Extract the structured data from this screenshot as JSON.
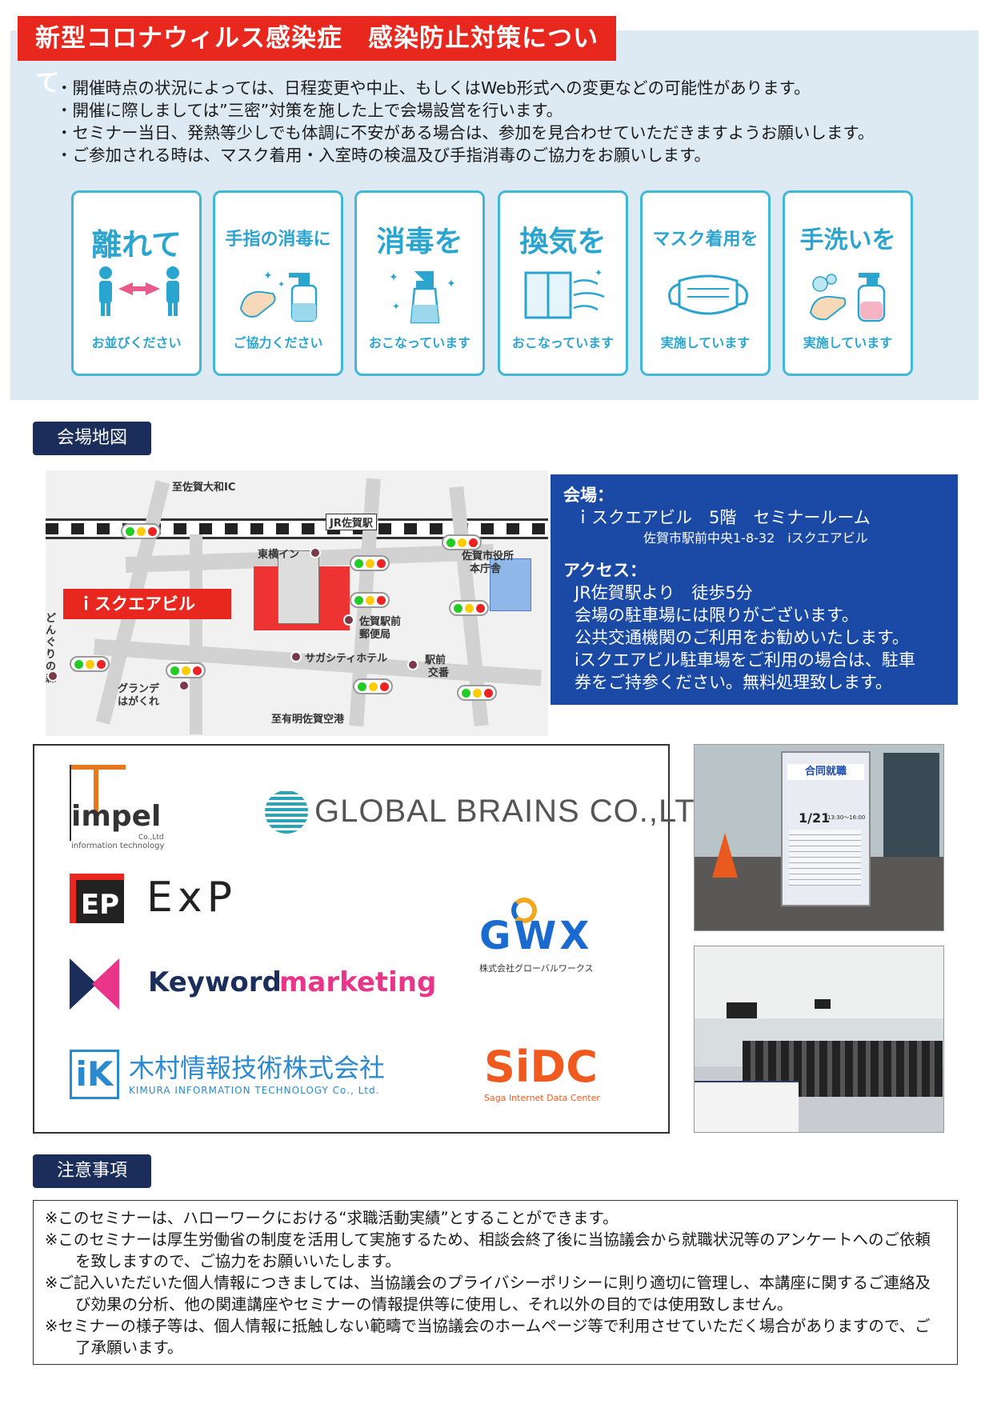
{
  "covid": {
    "title": "新型コロナウィルス感染症　感染防止対策について",
    "lines": [
      "・開催時点の状況によっては、日程変更や中止、もしくはWeb形式への変更などの可能性があります。",
      "・開催に際しましては”三密”対策を施した上で会場設営を行います。",
      "・セミナー当日、発熱等少しでも体調に不安がある場合は、参加を見合わせていただきますようお願いします。",
      "・ご参加される時は、マスク着用・入室時の検温及び手指消毒のご協力をお願いします。"
    ],
    "cards": [
      {
        "title": "離れて",
        "sub": "お並びください",
        "icon": "distance-icon"
      },
      {
        "title": "手指の消毒に",
        "sub": "ご協力ください",
        "icon": "hand-sanitizer-icon"
      },
      {
        "title": "消毒を",
        "sub": "おこなっています",
        "icon": "spray-bottle-icon"
      },
      {
        "title": "換気を",
        "sub": "おこなっています",
        "icon": "window-ventilation-icon"
      },
      {
        "title": "マスク着用を",
        "sub": "実施しています",
        "icon": "mask-icon"
      },
      {
        "title": "手洗いを",
        "sub": "実施しています",
        "icon": "hand-wash-icon"
      }
    ],
    "accent_color": "#41b8d8",
    "title_color": "#e8281e"
  },
  "map": {
    "section_label": "会場地図",
    "labels": {
      "north": "至佐賀大和IC",
      "station": "JR佐賀駅",
      "toyoko": "東横イン",
      "city_hall_1": "佐賀市役所",
      "city_hall_2": "本庁舎",
      "building": "ｉスクエアビル",
      "post_1": "佐賀駅前",
      "post_2": "郵便局",
      "hotel": "サガシティホテル",
      "police_1": "駅前",
      "police_2": "交番",
      "forest": "どんぐりの森",
      "grande_1": "グランデ",
      "grande_2": "はがくれ",
      "south": "至有明佐賀空港"
    }
  },
  "venue": {
    "venue_heading": "会場：",
    "venue_name": "ｉスクエアビル　5階　セミナールーム",
    "venue_address": "佐賀市駅前中央1-8-32　iスクエアビル",
    "access_heading": "アクセス：",
    "access_lines": [
      "JR佐賀駅より　徒歩5分",
      "会場の駐車場には限りがございます。",
      "公共交通機関のご利用をお勧めいたします。",
      "iスクエアビル駐車場をご利用の場合は、駐車",
      "券をご持参ください。無料処理致します。"
    ]
  },
  "sponsors": {
    "impel_main": "impel",
    "impel_co": "Co.,Ltd",
    "impel_sub": "information technology",
    "global_brains": "GLOBAL BRAINS CO.,LTD",
    "exp_mark": "EP",
    "exp": "ExP",
    "gwx": "GWX",
    "gwx_sub": "株式会社グローバルワークス",
    "keyword_1": "Keyword",
    "keyword_2": "marketing",
    "kimura_jp": "木村情報技術株式会社",
    "kimura_en": "KIMURA INFORMATION TECHNOLOGY Co., Ltd.",
    "sidc": "SiDC",
    "sidc_sub": "Saga Internet Data Center"
  },
  "photo_sign": {
    "heading": "合同就職",
    "date": "1/21",
    "time": "13:30～16:00"
  },
  "notes": {
    "section_label": "注意事項",
    "lines": [
      "※このセミナーは、ハローワークにおける“求職活動実績”とすることができます。",
      "※このセミナーは厚生労働省の制度を活用して実施するため、相談会終了後に当協議会から就職状況等のアンケートへのご依頼を致しますので、ご協力をお願いいたします。",
      "※ご記入いただいた個人情報につきましては、当協議会のプライバシーポリシーに則り適切に管理し、本講座に関するご連絡及び効果の分析、他の関連講座やセミナーの情報提供等に使用し、それ以外の目的では使用致しません。",
      "※セミナーの様子等は、個人情報に抵触しない範疇で当協議会のホームページ等で利用させていただく場合がありますので、ご了承願います。"
    ]
  }
}
